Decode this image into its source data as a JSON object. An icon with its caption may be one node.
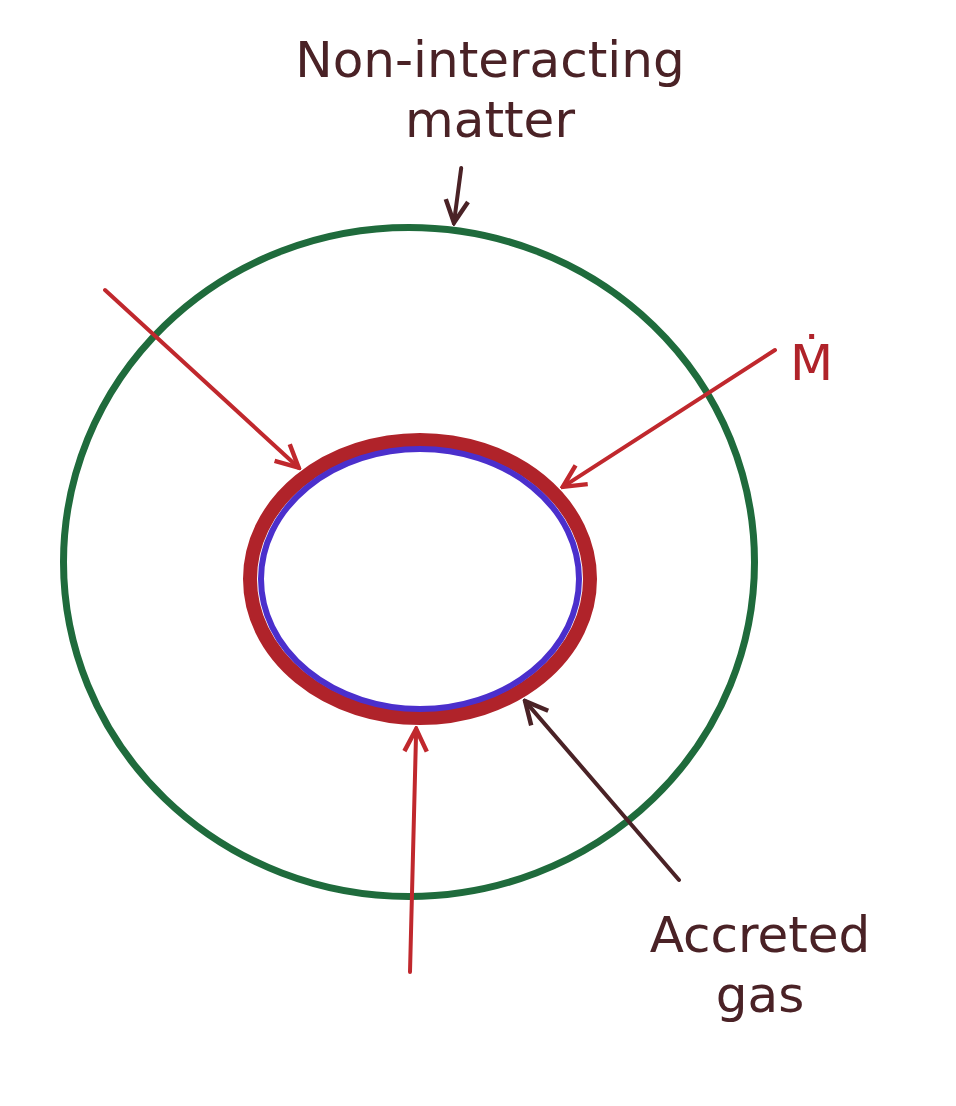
{
  "diagram": {
    "nodes": [
      {
        "text": [
          "Non-interacting matter"
        ]
      },
      {
        "text": [],
        "shape": "circle"
      },
      {
        "text": [],
        "shape": "circle",
        "in": 1
      },
      {
        "text": [],
        "shape": "circle",
        "in": 2
      },
      {
        "text": [
          "Accreted gas"
        ]
      }
    ],
    "edges": [
      {
        "from": 0,
        "to": 1,
        "arrow": "to",
        "color": "#4a2226"
      },
      {
        "from": null,
        "to": 2,
        "arrow": "to"
      },
      {
        "from": null,
        "to": 2,
        "arrow": "to"
      },
      {
        "from": null,
        "to": 2,
        "arrow": "to"
      },
      {
        "from": 4,
        "to": 2,
        "arrow": "to",
        "color": "#4a2226"
      }
    ],
    "labels": [
      "Ṁ"
    ]
  }
}
